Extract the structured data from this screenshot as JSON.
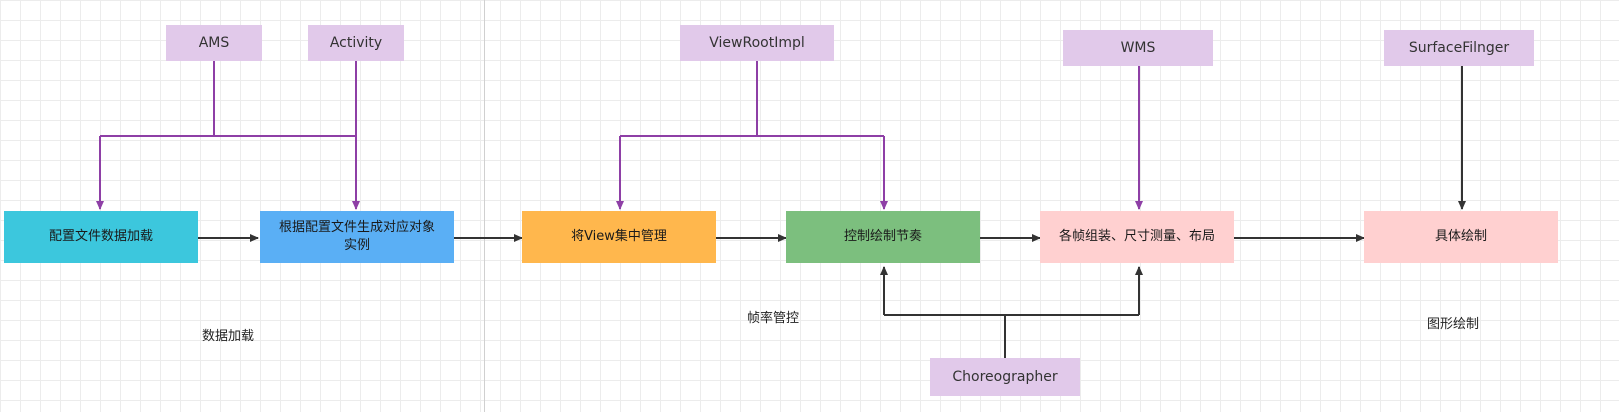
{
  "colors": {
    "actor_fill": "#e1c9ea",
    "purple_line": "#8e3fa6",
    "dark_line": "#333333",
    "load_fill": "#3cc7dd",
    "create_fill": "#5aaff5",
    "view_fill": "#ffb74d",
    "control_fill": "#7cbf7e",
    "assemble_fill": "#ffd0d0",
    "draw_fill": "#ffd0d0"
  },
  "actors": {
    "ams": "AMS",
    "activity": "Activity",
    "viewrootimpl": "ViewRootImpl",
    "wms": "WMS",
    "surfaceflinger": "SurfaceFilnger",
    "choreographer": "Choreographer"
  },
  "steps": {
    "load_config": "配置文件数据加载",
    "create_instance": "根据配置文件生成对应对象实例",
    "view_manage": "将View集中管理",
    "control_rhythm": "控制绘制节奏",
    "assemble": "各帧组装、尺寸测量、布局",
    "draw": "具体绘制"
  },
  "captions": {
    "data_loading": "数据加载",
    "frame_control": "帧率管控",
    "graphics_drawing": "图形绘制"
  }
}
